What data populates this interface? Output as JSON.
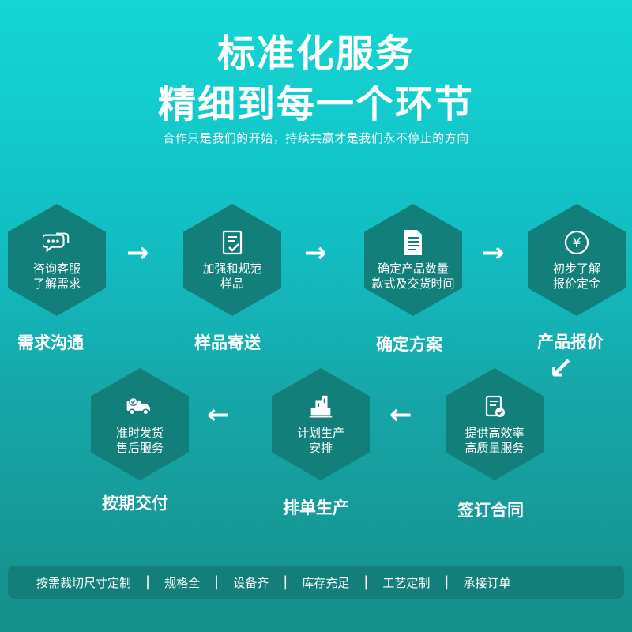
{
  "header": {
    "title_line1": "标准化服务",
    "title_line2": "精细到每一个环节",
    "subtitle": "合作只是我们的开始，持续共赢才是我们永不停止的方向"
  },
  "steps": [
    {
      "icon": "chat-bubbles-icon",
      "text_line1": "咨询客服",
      "text_line2": "了解需求",
      "label": "需求沟通"
    },
    {
      "icon": "document-check-icon",
      "text_line1": "加强和规范",
      "text_line2": "样品",
      "label": "样品寄送"
    },
    {
      "icon": "document-list-icon",
      "text_line1": "确定产品数量",
      "text_line2": "款式及交货时间",
      "label": "确定方案"
    },
    {
      "icon": "yen-circle-icon",
      "text_line1": "初步了解",
      "text_line2": "报价定金",
      "label": "产品报价"
    },
    {
      "icon": "document-approval-icon",
      "text_line1": "提供高效率",
      "text_line2": "高质量服务",
      "label": "签订合同"
    },
    {
      "icon": "factory-icon",
      "text_line1": "计划生产",
      "text_line2": "安排",
      "label": "排单生产"
    },
    {
      "icon": "delivery-truck-icon",
      "text_line1": "准时发货",
      "text_line2": "售后服务",
      "label": "按期交付"
    }
  ],
  "footer": {
    "items": [
      "按需裁切尺寸定制",
      "规格全",
      "设备齐",
      "库存充足",
      "工艺定制",
      "承接订单"
    ],
    "separator": "|"
  },
  "colors": {
    "background_top": "#14d6d4",
    "background_bottom": "#158f8a",
    "hex_fill": "#127f7b",
    "footer_fill": "#147f7a",
    "text": "#ffffff"
  },
  "arrows": {
    "right": "→",
    "left": "←",
    "down_left": "↙"
  }
}
